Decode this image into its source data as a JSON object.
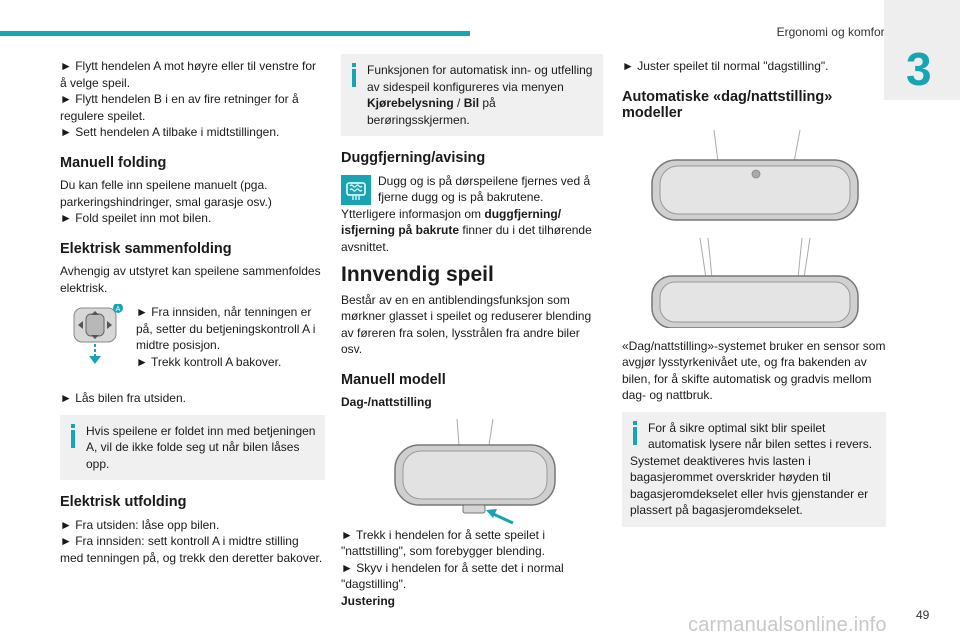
{
  "header": {
    "section": "Ergonomi og komfort",
    "chapter": "3",
    "accent": "#17a5b4"
  },
  "col1": {
    "bullets_top": [
      "► Flytt hendelen A mot høyre eller til venstre for å velge speil.",
      "► Flytt hendelen B i en av fire retninger for å regulere speilet.",
      "► Sett hendelen A tilbake i midtstillingen."
    ],
    "h_manual": "Manuell folding",
    "manual_text": "Du kan felle inn speilene manuelt (pga. parkeringshindringer, smal garasje osv.)",
    "manual_bullet": "► Fold speilet inn mot bilen.",
    "h_elec_fold": "Elektrisk sammenfolding",
    "elec_fold_text": "Avhengig av utstyret kan speilene sammenfoldes elektrisk.",
    "ctrl_badge": "A",
    "ctrl_line1": "► Fra innsiden, når tenningen er på, setter du betjeningskontroll A i midtre posisjon.",
    "ctrl_line2": "► Trekk kontroll A bakover.",
    "lock_bullet": "► Lås bilen fra utsiden.",
    "note": "Hvis speilene er foldet inn med betjeningen A, vil de ikke folde seg ut når bilen låses opp.",
    "h_elec_unfold": "Elektrisk utfolding",
    "unfold1": "► Fra utsiden: låse opp bilen.",
    "unfold2": "► Fra innsiden: sett kontroll A i midtre stilling med tenningen på, og trekk den deretter bakover."
  },
  "col2": {
    "note_a": "Funksjonen for automatisk inn- og utfelling av sidespeil konfigureres via menyen ",
    "note_b": "Kjørebelysning",
    "note_c": " / ",
    "note_d": "Bil",
    "note_e": " på berøringsskjermen.",
    "h_defog": "Duggfjerning/avising",
    "defog_text": "Dugg og is på dørspeilene fjernes ved å fjerne dugg og is på bakrutene.",
    "defog_more_a": "Ytterligere informasjon om ",
    "defog_more_b": "duggfjerning/ isfjerning på bakrute",
    "defog_more_c": " finner du i det tilhørende avsnittet.",
    "h_inner": "Innvendig speil",
    "inner_text": "Består av en en antiblendingsfunksjon som mørkner glasset i speilet og reduserer blending av føreren fra solen, lysstrålen fra andre biler osv.",
    "h_manual_model": "Manuell modell",
    "h_daynight": "Dag-/nattstilling",
    "night_bullet": "► Trekk i hendelen for å sette speilet i \"nattstilling\", som forebygger blending.",
    "day_bullet": "► Skyv i hendelen for å sette det i normal \"dagstilling\".",
    "h_adjust": "Justering"
  },
  "col3": {
    "adjust_bullet": "► Juster speilet til normal \"dagstilling\".",
    "h_auto": "Automatiske «dag/nattstilling» modeller",
    "auto_text": "«Dag/nattstilling»-systemet bruker en sensor som avgjør lysstyrkenivået ute, og fra bakenden av bilen, for å skifte automatisk og gradvis mellom dag- og nattbruk.",
    "note1": "For å sikre optimal sikt blir speilet automatisk lysere når bilen settes i revers.",
    "note2": "Systemet deaktiveres hvis lasten i bagasjerommet overskrider høyden til bagasjeromdekselet eller hvis gjenstander er plassert på bagasjeromdekselet."
  },
  "footer": {
    "watermark": "carmanualsonline.info",
    "page": "49"
  }
}
